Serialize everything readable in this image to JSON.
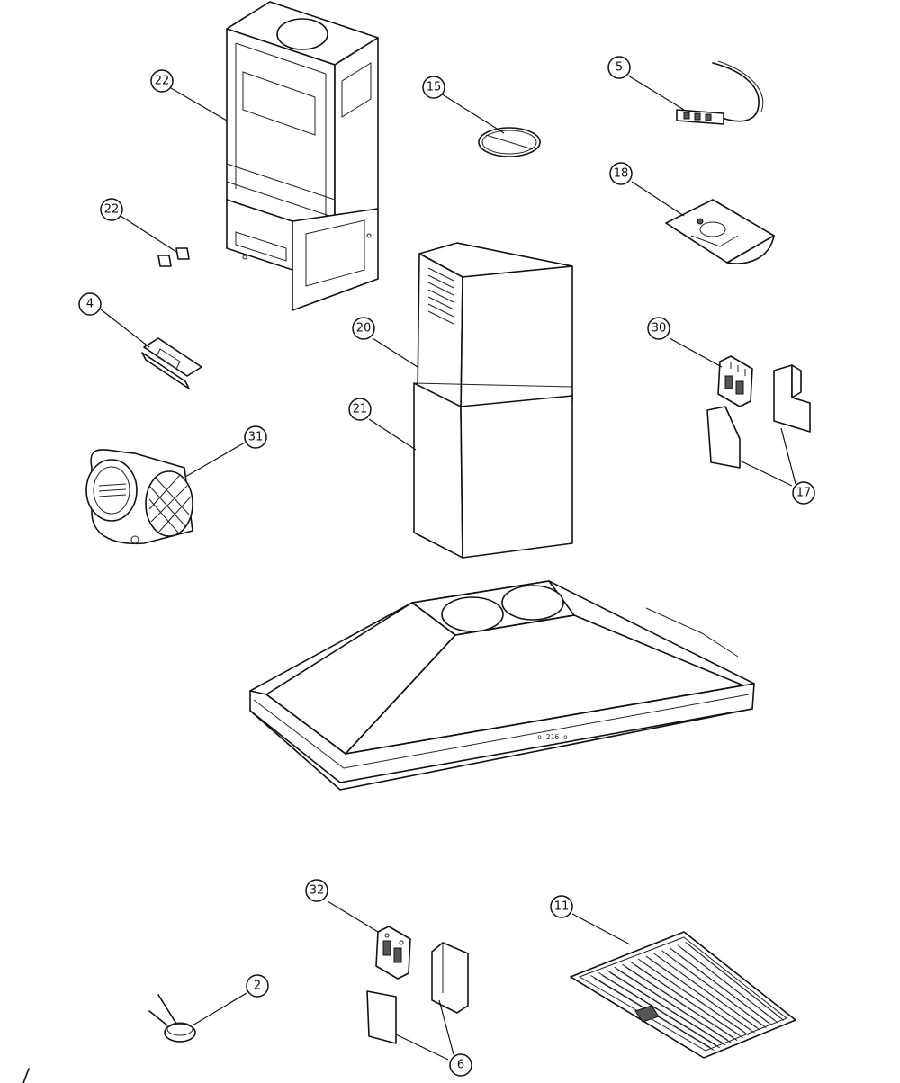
{
  "diagram": {
    "callouts": [
      {
        "id": "c22a",
        "label": "22"
      },
      {
        "id": "c15",
        "label": "15"
      },
      {
        "id": "c5",
        "label": "5"
      },
      {
        "id": "c22b",
        "label": "22"
      },
      {
        "id": "c18",
        "label": "18"
      },
      {
        "id": "c4",
        "label": "4"
      },
      {
        "id": "c20",
        "label": "20"
      },
      {
        "id": "c30",
        "label": "30"
      },
      {
        "id": "c21",
        "label": "21"
      },
      {
        "id": "c31",
        "label": "31"
      },
      {
        "id": "c17",
        "label": "17"
      },
      {
        "id": "c32",
        "label": "32"
      },
      {
        "id": "c11",
        "label": "11"
      },
      {
        "id": "c2",
        "label": "2"
      },
      {
        "id": "c6",
        "label": "6"
      }
    ],
    "hood_marking": "o 216 o"
  }
}
